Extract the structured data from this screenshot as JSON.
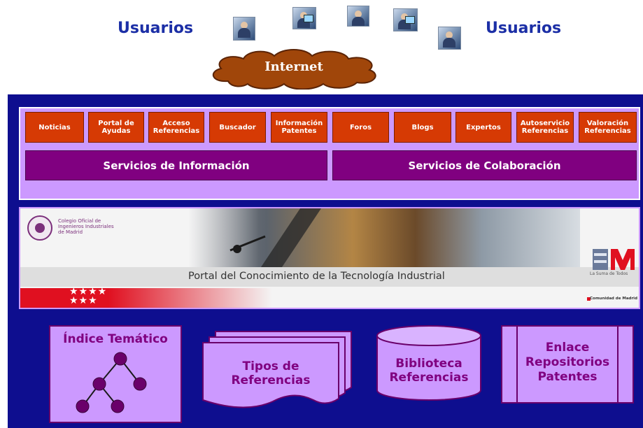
{
  "header": {
    "users_left": "Usuarios",
    "users_right": "Usuarios",
    "cloud_label": "Internet"
  },
  "services": {
    "buttons": [
      {
        "label": "Noticias"
      },
      {
        "label": "Portal de\nAyudas"
      },
      {
        "label": "Acceso\nReferencias"
      },
      {
        "label": "Buscador"
      },
      {
        "label": "Información\nPatentes"
      },
      {
        "label": "Foros"
      },
      {
        "label": "Blogs"
      },
      {
        "label": "Expertos"
      },
      {
        "label": "Autoservicio\nReferencias"
      },
      {
        "label": "Valoración\nReferencias"
      }
    ],
    "info_bar": "Servicios de Información",
    "collab_bar": "Servicios de Colaboración"
  },
  "banner": {
    "org_name": "Colegio Oficial de\nIngenieros Industriales\nde Madrid",
    "title": "Portal del Conocimiento de la Tecnología Industrial",
    "stars": "★★★★\n★★★",
    "region_slogan": "La Suma de Todos",
    "region_name": "Comunidad de Madrid"
  },
  "repositories": {
    "indice": "Índice Temático",
    "tipos": "Tipos de\nReferencias",
    "biblioteca": "Biblioteca\nReferencias",
    "patentes": "Enlace\nRepositorios\nPatentes"
  },
  "colors": {
    "panel": "#0e0e8f",
    "lilac": "#cc99ff",
    "button": "#d63a04",
    "service_bar": "#800080",
    "label": "#800080",
    "users": "#1c2fa6",
    "cloud": "#a0460a"
  },
  "icons": [
    "user-photo",
    "cloud-icon",
    "seal-icon",
    "star-icon",
    "tree-icon",
    "document-stack-icon",
    "database-icon"
  ]
}
